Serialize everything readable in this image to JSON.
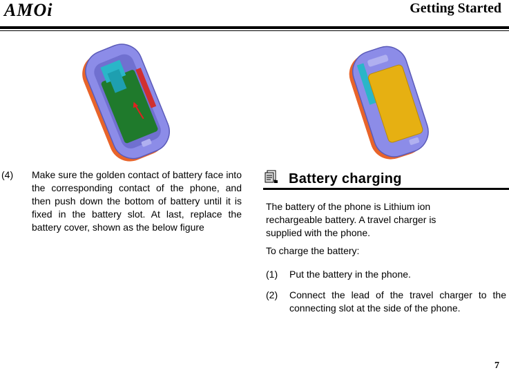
{
  "header": {
    "logo_text": "AMOi",
    "chapter_title": "Getting Started"
  },
  "figures": {
    "left_icon": "phone-battery-insertion-illustration",
    "right_icon": "phone-battery-installed-illustration"
  },
  "left_column": {
    "step_number": "(4)",
    "step_text": "Make sure the golden contact of battery face into the corresponding contact of the phone, and then push down the bottom of battery until it is fixed in the battery slot. At last, replace the battery cover, shown as the below figure"
  },
  "section": {
    "icon": "note-icon",
    "title": "Battery charging",
    "intro": "The battery of the phone is Lithium ion rechargeable battery. A travel charger is supplied with the phone.",
    "lead": "To charge the battery:",
    "steps": [
      {
        "number": "(1)",
        "text": "Put the battery in the phone."
      },
      {
        "number": "(2)",
        "text": "Connect the lead of the travel charger to the connecting slot at the side of the phone."
      }
    ]
  },
  "footer": {
    "page_number": "7"
  },
  "colors": {
    "phone_body": "#8c8ce8",
    "phone_edge": "#e8642a",
    "battery_slot": "#1f7a2c",
    "battery": "#e6b012",
    "accent_cyan": "#2ab6c8"
  }
}
